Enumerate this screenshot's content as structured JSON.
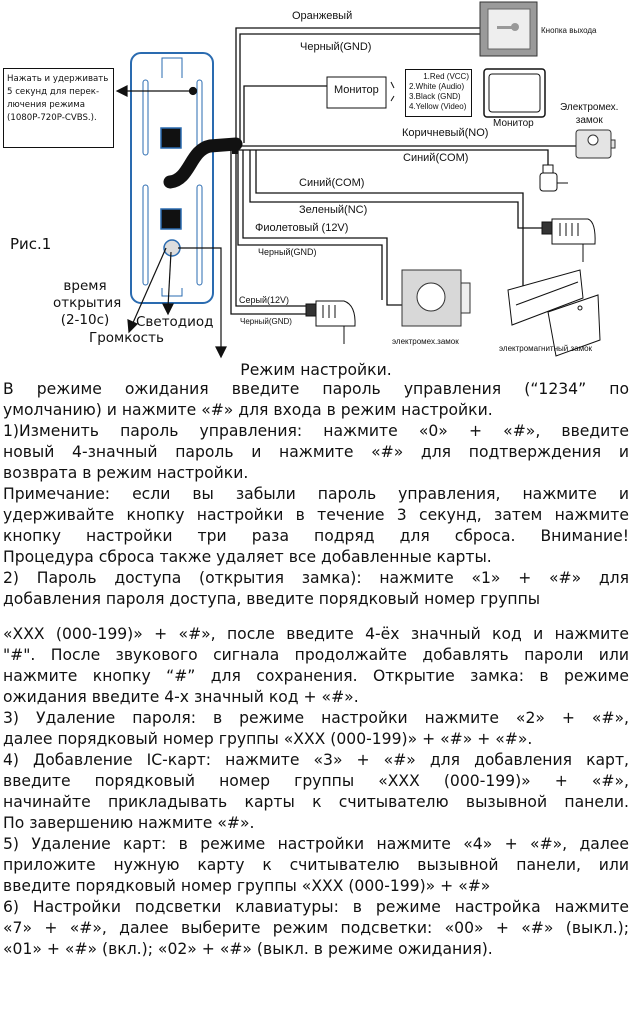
{
  "diagram": {
    "figure_label": "Рис.1",
    "mode_switch_note": [
      "Нажать и удерживать",
      "5 секунд для перек-",
      "лючения режима",
      "(1080P-720P-CVBS.)."
    ],
    "panel_labels": {
      "open_time": [
        "время",
        "открытия",
        "(2-10с)"
      ],
      "led": "Светодиод",
      "volume": "Громкость"
    },
    "wires": {
      "orange": "Оранжевый",
      "black_gnd_1": "Черный(GND)",
      "brown_no": "Коричневый(NO)",
      "blue_com_1": "Синий(COM)",
      "blue_com_2": "Синий(COM)",
      "green_nc": "Зеленый(NC)",
      "violet_12v": "Фиолетовый (12V)",
      "black_gnd_2": "Черный(GND)",
      "gray_12v": "Серый(12V)",
      "black_gnd_3": "Черный(GND)"
    },
    "devices": {
      "exit_button": "Кнопка выхода",
      "monitor_box": "Монитор",
      "monitor": "Монитор",
      "electromech_lock_top": [
        "Электромех.",
        "замок"
      ],
      "electromech_lock": "электромех.замок",
      "magnetic_lock": "электромагнитный замок"
    },
    "monitor_pinout": [
      "1.Red (VCC)",
      "2.White (Audio)",
      "3.Black (GND)",
      "4.Yellow (Video)"
    ]
  },
  "document": {
    "title": "Режим настройки.",
    "block1": [
      {
        "lines": [
          "В режиме ожидания введите пароль управления (“1234” по",
          "умолчанию) и нажмите «#» для входа в режим настройки."
        ]
      },
      {
        "lines": [
          "1)Изменить пароль управления: нажмите «0» + «#», введите",
          "новый 4-значный пароль и нажмите «#» для подтверждения и",
          "возврата в режим настройки."
        ]
      },
      {
        "lines": [
          "Примечание: если вы забыли пароль управления, нажмите и",
          "удерживайте кнопку настройки в течение 3 секунд, затем нажмите",
          "кнопку настройки три раза подряд для сброса. Внимание!",
          "Процедура сброса также удаляет все добавленные карты."
        ]
      },
      {
        "lines": [
          "2) Пароль доступа (открытия замка): нажмите «1» + «#» для",
          "добавления пароля доступа, введите порядковый номер группы"
        ]
      }
    ],
    "block2": [
      {
        "lines": [
          "«XXX (000-199)» + «#», после введите 4-ёх значный код и нажмите",
          "\"#\". После звукового сигнала продолжайте добавлять пароли или",
          "нажмите кнопку “#” для сохранения. Открытие замка: в режиме",
          "ожидания введите 4-х значный код + «#»."
        ]
      },
      {
        "lines": [
          "3) Удаление пароля: в режиме настройки нажмите «2» + «#»,",
          "далее порядковый номер группы «XXX (000-199)» + «#» + «#»."
        ]
      },
      {
        "lines": [
          "4) Добавление IC-карт: нажмите «3» + «#» для добавления карт,",
          "введите порядковый номер группы «XXX (000-199)» + «#»,",
          "начинайте прикладывать карты к считывателю вызывной панели.",
          "По завершению нажмите «#»."
        ]
      },
      {
        "lines": [
          "5) Удаление карт: в режиме настройки нажмите «4» + «#», далее",
          "приложите нужную карту к считывателю вызывной панели, или",
          "введите порядковый номер группы  «XXX (000-199)» + «#»"
        ]
      },
      {
        "lines": [
          "6) Настройки подсветки клавиатуры: в режиме настройка нажмите",
          "«7» + «#», далее выберите режим подсветки: «00» + «#» (выкл.);",
          "«01» + «#» (вкл.); «02» + «#» (выкл. в режиме ожидания)."
        ]
      }
    ]
  },
  "colors": {
    "panel_outline": "#2a6bb0",
    "wire": "#111111"
  }
}
